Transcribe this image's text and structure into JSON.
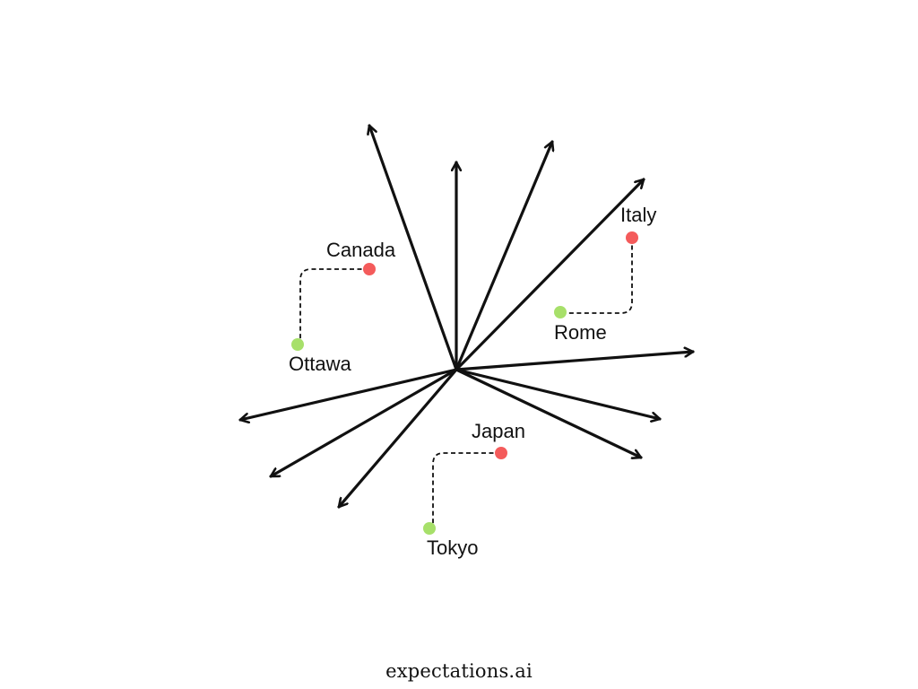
{
  "colors": {
    "vector": "#111111",
    "country_dot": "#f45b5b",
    "capital_dot": "#a7e06a",
    "connector": "#111111"
  },
  "pairs": [
    {
      "country": "Canada",
      "capital": "Ottawa"
    },
    {
      "country": "Italy",
      "capital": "Rome"
    },
    {
      "country": "Japan",
      "capital": "Tokyo"
    }
  ],
  "footer": {
    "brand": "expectations.ai"
  }
}
